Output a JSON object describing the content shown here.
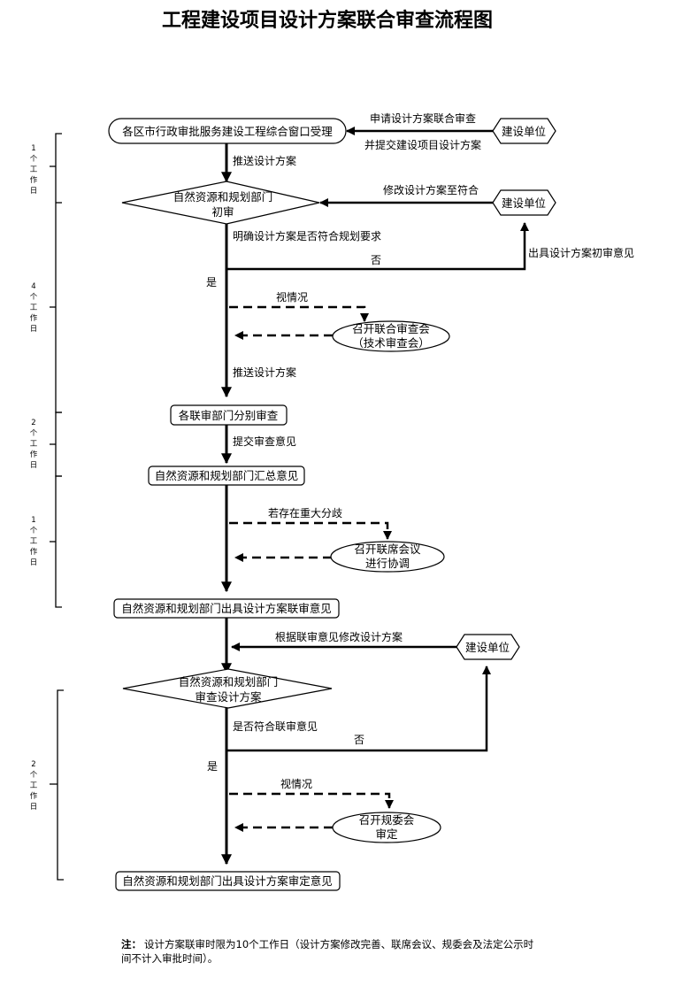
{
  "title": "工程建设项目设计方案联合审查流程图",
  "nodes": {
    "window": "各区市行政审批服务建设工程综合窗口受理",
    "builder1": "建设单位",
    "review1_line1": "自然资源和规划部门",
    "review1_line2": "初审",
    "builder2": "建设单位",
    "joint_meeting_line1": "召开联合审查会",
    "joint_meeting_line2": "（技术审查会）",
    "dept_review": "各联审部门分别审查",
    "summary": "自然资源和规划部门汇总意见",
    "coord_meeting_line1": "召开联席会议",
    "coord_meeting_line2": "进行协调",
    "joint_opinion": "自然资源和规划部门出具设计方案联审意见",
    "builder3": "建设单位",
    "review2_line1": "自然资源和规划部门",
    "review2_line2": "审查设计方案",
    "planning_meeting_line1": "召开规委会",
    "planning_meeting_line2": "审定",
    "final_opinion": "自然资源和规划部门出具设计方案审定意见"
  },
  "labels": {
    "apply_line1": "申请设计方案联合审查",
    "apply_line2": "并提交建设项目设计方案",
    "push1": "推送设计方案",
    "revise": "修改设计方案至符合",
    "check_plan": "明确设计方案是否符合规划要求",
    "no1": "否",
    "issue_initial": "出具设计方案初审意见",
    "yes1": "是",
    "as_needed1": "视情况",
    "push2": "推送设计方案",
    "submit_opinion": "提交审查意见",
    "if_major": "若存在重大分歧",
    "revise_by_opinion": "根据联审意见修改设计方案",
    "check_conform": "是否符合联审意见",
    "no2": "否",
    "yes2": "是",
    "as_needed2": "视情况"
  },
  "timeline": [
    {
      "num": "1",
      "unit": [
        "个",
        "工",
        "作",
        "日"
      ]
    },
    {
      "num": "4",
      "unit": [
        "个",
        "工",
        "作",
        "日"
      ]
    },
    {
      "num": "2",
      "unit": [
        "个",
        "工",
        "作",
        "日"
      ]
    },
    {
      "num": "1",
      "unit": [
        "个",
        "工",
        "作",
        "日"
      ]
    },
    {
      "num": "2",
      "unit": [
        "个",
        "工",
        "作",
        "日"
      ]
    }
  ],
  "note": {
    "prefix": "注：",
    "line1": "设计方案联审时限为10个工作日（设计方案修改完善、联席会议、规委会及法定公示时",
    "line2": "间不计入审批时间）。"
  }
}
